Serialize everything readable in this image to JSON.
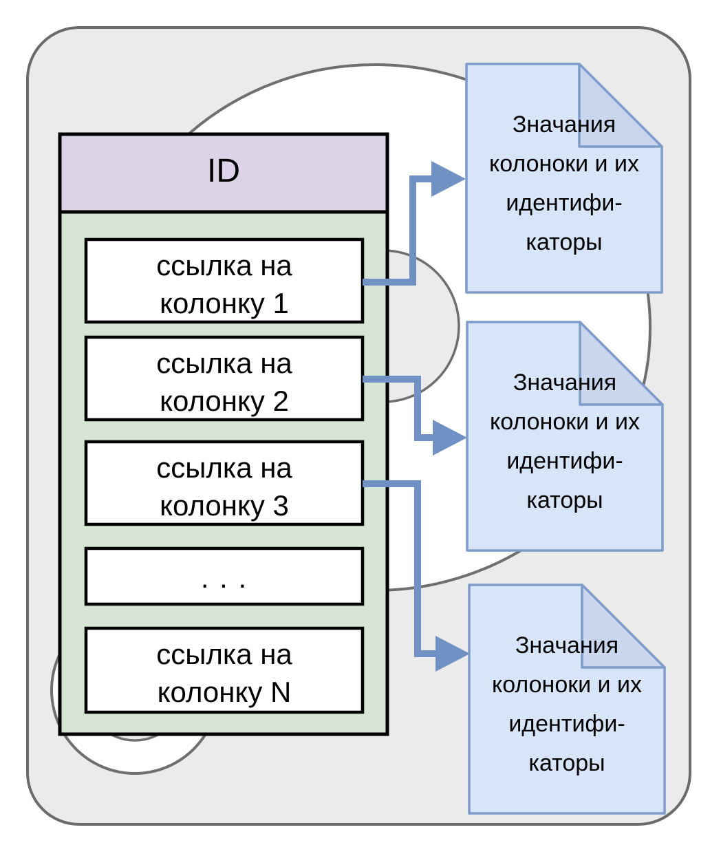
{
  "table": {
    "header": "ID",
    "rows": [
      {
        "line1": "ссылка на",
        "line2": "колонку 1"
      },
      {
        "line1": "ссылка на",
        "line2": "колонку 2"
      },
      {
        "line1": "ссылка на",
        "line2": "колонку 3"
      },
      {
        "ellipsis": ". . ."
      },
      {
        "line1": "ссылка на",
        "line2": "колонку N"
      }
    ]
  },
  "documents": [
    {
      "lines": [
        "Значания",
        "колоноки и их",
        "идентифи-",
        "каторы"
      ]
    },
    {
      "lines": [
        "Значания",
        "колоноки и их",
        "идентифи-",
        "каторы"
      ]
    },
    {
      "lines": [
        "Значания",
        "колоноки и их",
        "идентифи-",
        "каторы"
      ]
    }
  ],
  "colors": {
    "panel_fill": "#ebebeb",
    "panel_stroke": "#6b6b6b",
    "disk_fill": "#ffffff",
    "disk_stroke": "#6f6f6f",
    "header_fill": "#ddd3e8",
    "body_fill": "#d7e5d4",
    "row_fill": "#ffffff",
    "row_stroke": "#000000",
    "doc_fill": "#d8e4f7",
    "doc_fold_fill": "#c9d6ee",
    "doc_stroke": "#7d9cc9",
    "arrow": "#7191c4"
  }
}
